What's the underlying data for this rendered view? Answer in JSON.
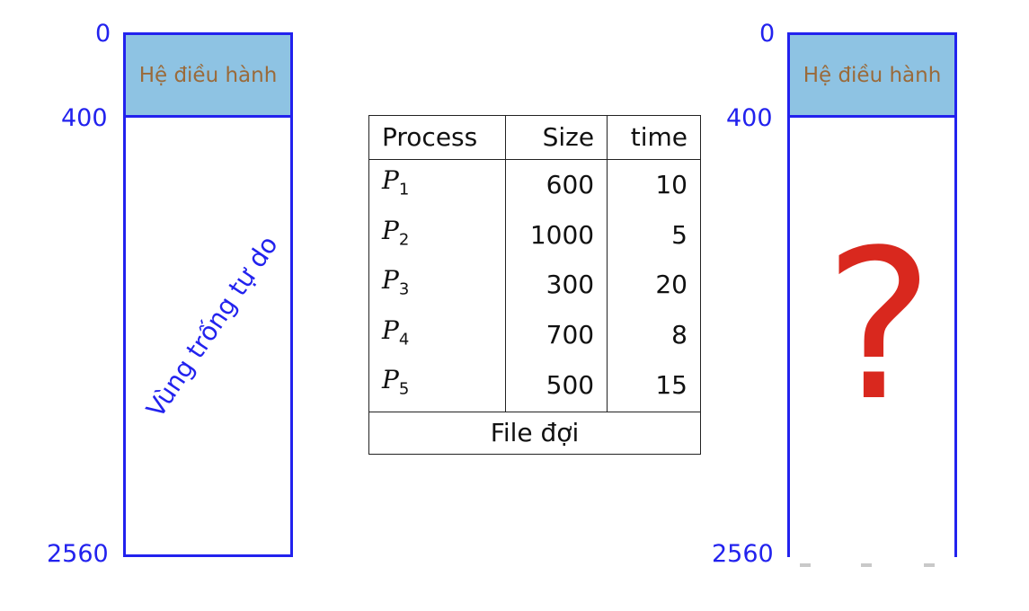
{
  "left_memory": {
    "addr_top": "0",
    "addr_os_end": "400",
    "addr_bottom": "2560",
    "os_label": "Hệ điều hành",
    "free_label": "Vùng trống tự do"
  },
  "right_memory": {
    "addr_top": "0",
    "addr_os_end": "400",
    "addr_bottom": "2560",
    "os_label": "Hệ điều hành",
    "unknown_mark": "?"
  },
  "process_table": {
    "headers": [
      "Process",
      "Size",
      "time"
    ],
    "rows": [
      {
        "name": "P",
        "sub": "1",
        "size": "600",
        "time": "10"
      },
      {
        "name": "P",
        "sub": "2",
        "size": "1000",
        "time": "5"
      },
      {
        "name": "P",
        "sub": "3",
        "size": "300",
        "time": "20"
      },
      {
        "name": "P",
        "sub": "4",
        "size": "700",
        "time": "8"
      },
      {
        "name": "P",
        "sub": "5",
        "size": "500",
        "time": "15"
      }
    ],
    "footer": "File đợi"
  },
  "colors": {
    "address_blue": "#2222ee",
    "os_fill": "#8ec3e3",
    "os_text": "#9a6a3a",
    "question_red": "#d9281e"
  }
}
